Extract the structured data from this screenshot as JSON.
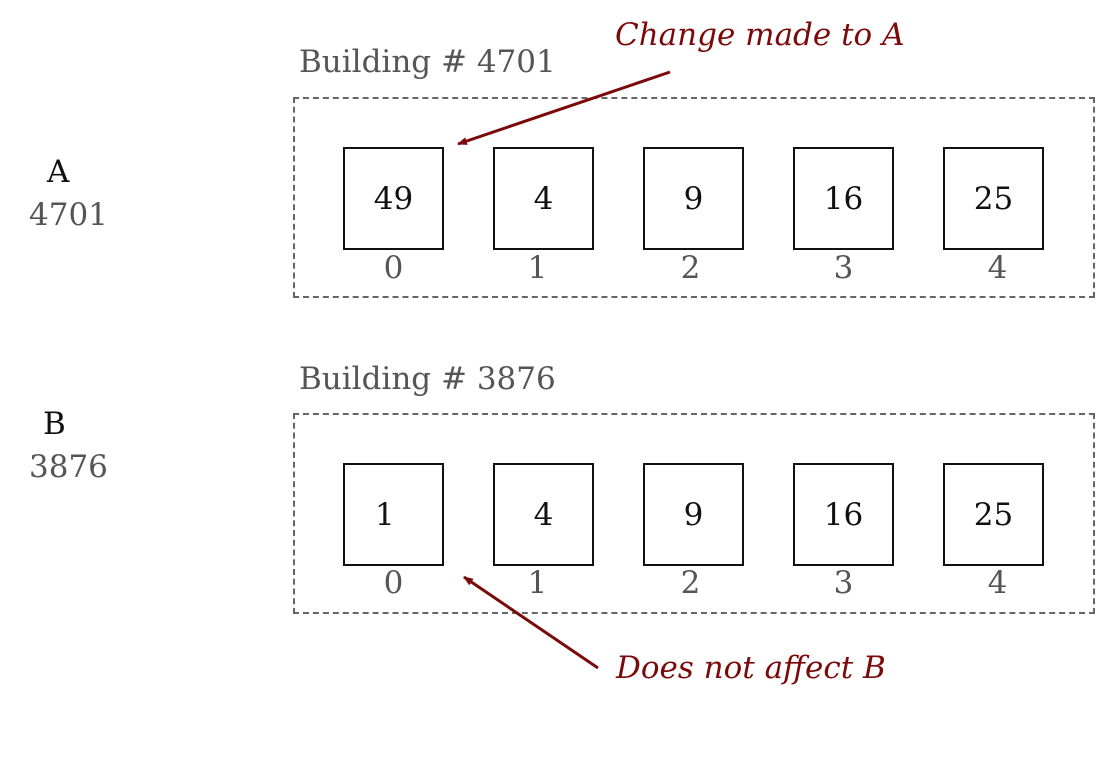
{
  "annotation_color": "#7a0a0a",
  "variables": [
    {
      "name": "A",
      "address": "4701"
    },
    {
      "name": "B",
      "address": "3876"
    }
  ],
  "buildings": [
    {
      "label": "Building # 4701",
      "values": [
        "49",
        "4",
        "9",
        "16",
        "25"
      ],
      "indices": [
        "0",
        "1",
        "2",
        "3",
        "4"
      ]
    },
    {
      "label": "Building # 3876",
      "values": [
        "1",
        "4",
        "9",
        "16",
        "25"
      ],
      "indices": [
        "0",
        "1",
        "2",
        "3",
        "4"
      ]
    }
  ],
  "annotations": {
    "top": "Change made to A",
    "bottom": "Does not affect B"
  }
}
